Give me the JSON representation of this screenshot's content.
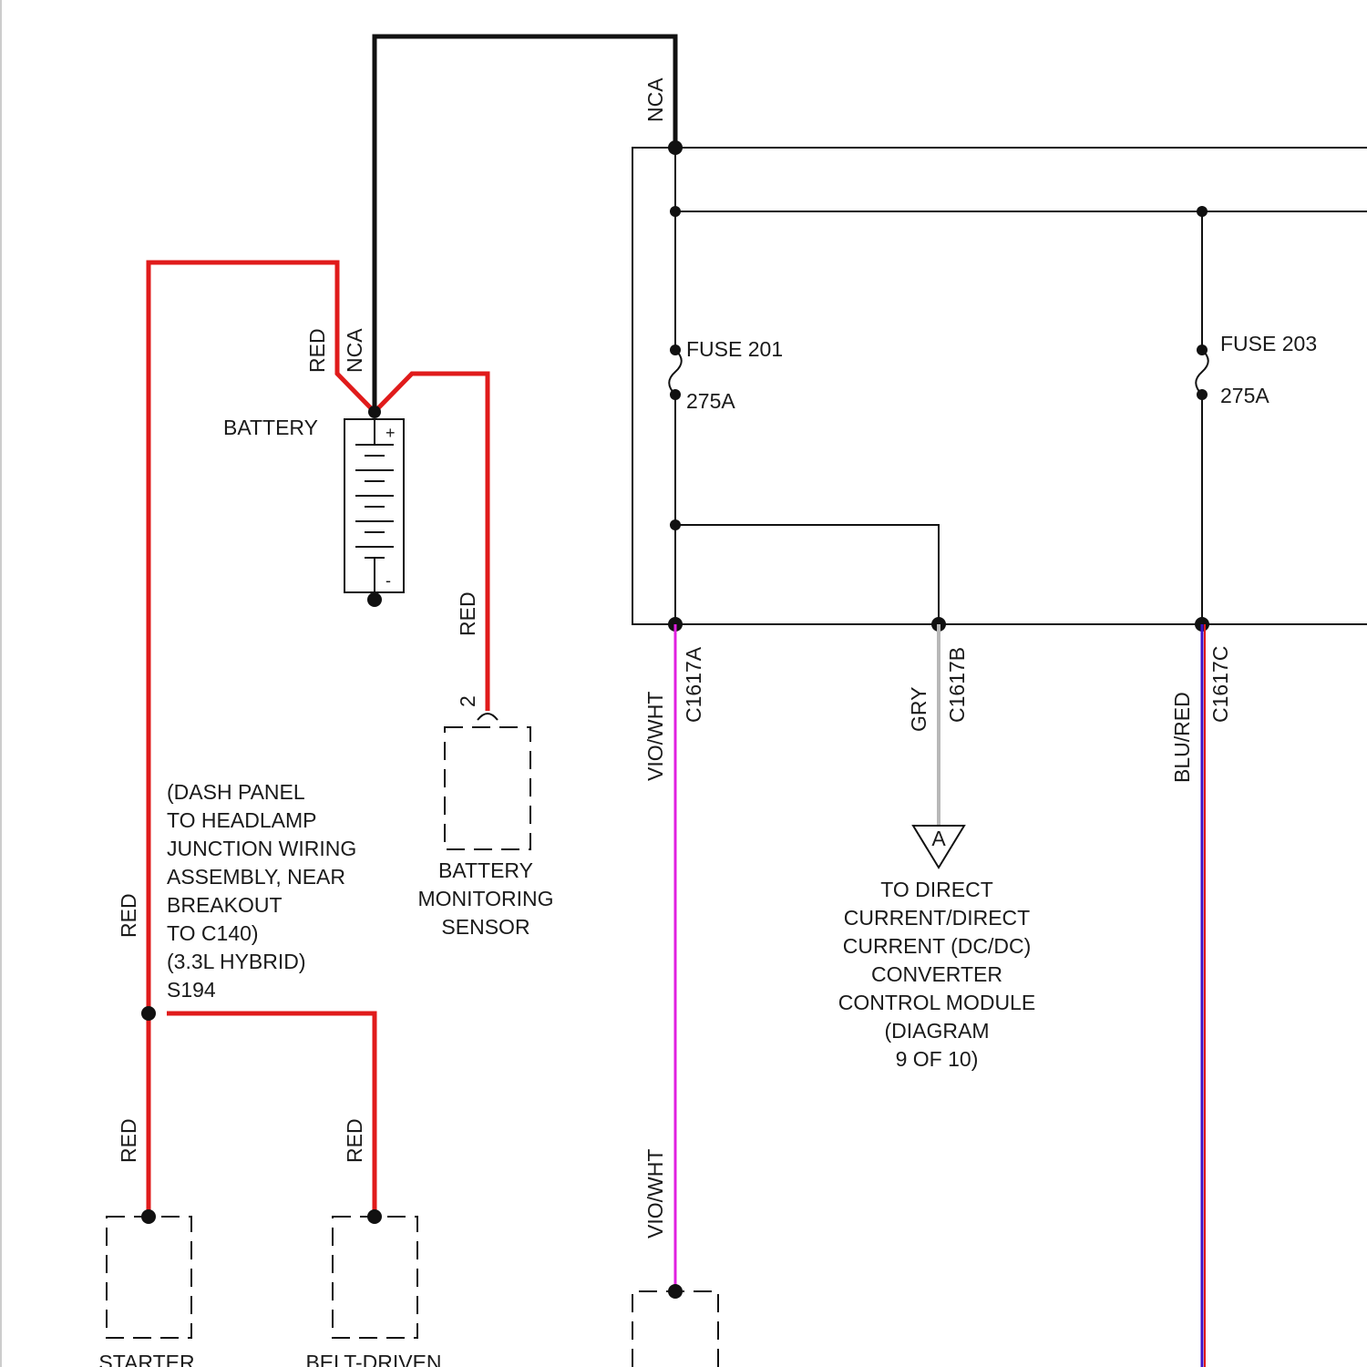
{
  "colors": {
    "red": "#e01b1b",
    "black": "#111111",
    "violet_white": "#e020e0",
    "gray": "#b8b8b8",
    "blue_red": "#3d13c8"
  },
  "wire_labels": {
    "nca_top": "NCA",
    "red_battery": "RED",
    "nca_battery": "NCA",
    "red_sensor": "RED",
    "red_left": "RED",
    "red_starter": "RED",
    "red_belt": "RED",
    "vio_wht_1": "VIO/WHT",
    "vio_wht_2": "VIO/WHT",
    "gry": "GRY",
    "blu_red": "BLU/RED"
  },
  "connectors": {
    "c1617a": "C1617A",
    "c1617b": "C1617B",
    "c1617c": "C1617C",
    "sensor_pin": "2"
  },
  "fuses": {
    "fuse201_name": "FUSE 201",
    "fuse201_rating": "275A",
    "fuse203_name": "FUSE 203",
    "fuse203_rating": "275A"
  },
  "components": {
    "battery": "BATTERY",
    "battery_plus": "+",
    "battery_minus": "-",
    "sensor_lines": [
      "BATTERY",
      "MONITORING",
      "SENSOR"
    ],
    "starter": "STARTER",
    "belt_driven": "BELT-DRIVEN"
  },
  "splice_note_lines": [
    "(DASH PANEL",
    "TO HEADLAMP",
    "JUNCTION WIRING",
    "ASSEMBLY, NEAR",
    "BREAKOUT",
    "TO C140)",
    "(3.3L HYBRID)",
    "S194"
  ],
  "offpage": {
    "marker": "A",
    "lines": [
      "TO DIRECT",
      "CURRENT/DIRECT",
      "CURRENT (DC/DC)",
      "CONVERTER",
      "CONTROL MODULE",
      "(DIAGRAM",
      "9 OF 10)"
    ]
  }
}
